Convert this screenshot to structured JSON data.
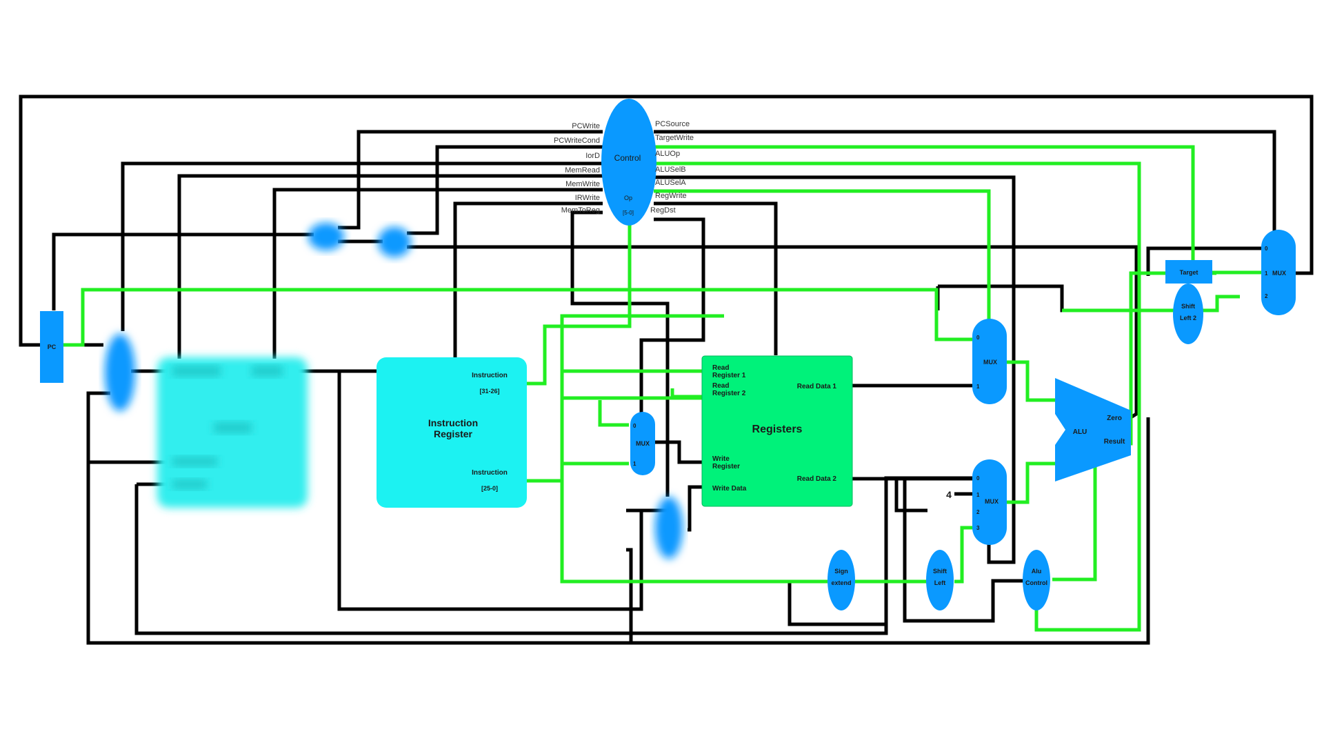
{
  "colors": {
    "wire": "#000000",
    "control_wire": "#22ee22",
    "unit": "#0a99ff",
    "instruction_register": "#1cf2f2",
    "registers": "#00f27a",
    "memory": "#33eeee"
  },
  "pc": {
    "label": "PC"
  },
  "control": {
    "title": "Control",
    "op_label": "Op",
    "op_bits": "[5-0]",
    "left_signals": [
      "PCWrite",
      "PCWriteCond",
      "IorD",
      "MemRead",
      "MemWrite",
      "IRWrite",
      "MemToReg"
    ],
    "right_signals": [
      "PCSource",
      "TargetWrite",
      "ALUOp",
      "ALUSelB",
      "ALUSelA",
      "RegWrite",
      "RegDst"
    ]
  },
  "memory": {
    "blurred": true
  },
  "instruction_register": {
    "title": "Instruction Register",
    "out_high": "Instruction",
    "out_high_bits": "[31-26]",
    "out_low": "Instruction",
    "out_low_bits": "[25-0]"
  },
  "regdst_mux": {
    "label": "MUX",
    "in0": "0",
    "in1": "1"
  },
  "registers": {
    "title": "Registers",
    "read_reg1": "Read Register 1",
    "read_reg2": "Read Register 2",
    "write_reg": "Write Register",
    "write_data": "Write Data",
    "read_data1": "Read Data 1",
    "read_data2": "Read Data 2"
  },
  "alua_mux": {
    "label": "MUX",
    "in0": "0",
    "in1": "1"
  },
  "alub_mux": {
    "label": "MUX",
    "in0": "0",
    "in1": "1",
    "in2": "2",
    "in3": "3",
    "const": "4"
  },
  "alu": {
    "label": "ALU",
    "zero": "Zero",
    "result": "Result"
  },
  "sign_extend": {
    "label": "Sign extend"
  },
  "shift_left": {
    "label": "Shift Left"
  },
  "alu_control": {
    "label": "Alu Control"
  },
  "target": {
    "label": "Target"
  },
  "shift_left_2": {
    "label": "Shift Left 2"
  },
  "pc_mux": {
    "label": "MUX",
    "in0": "0",
    "in1": "1",
    "in2": "2"
  }
}
